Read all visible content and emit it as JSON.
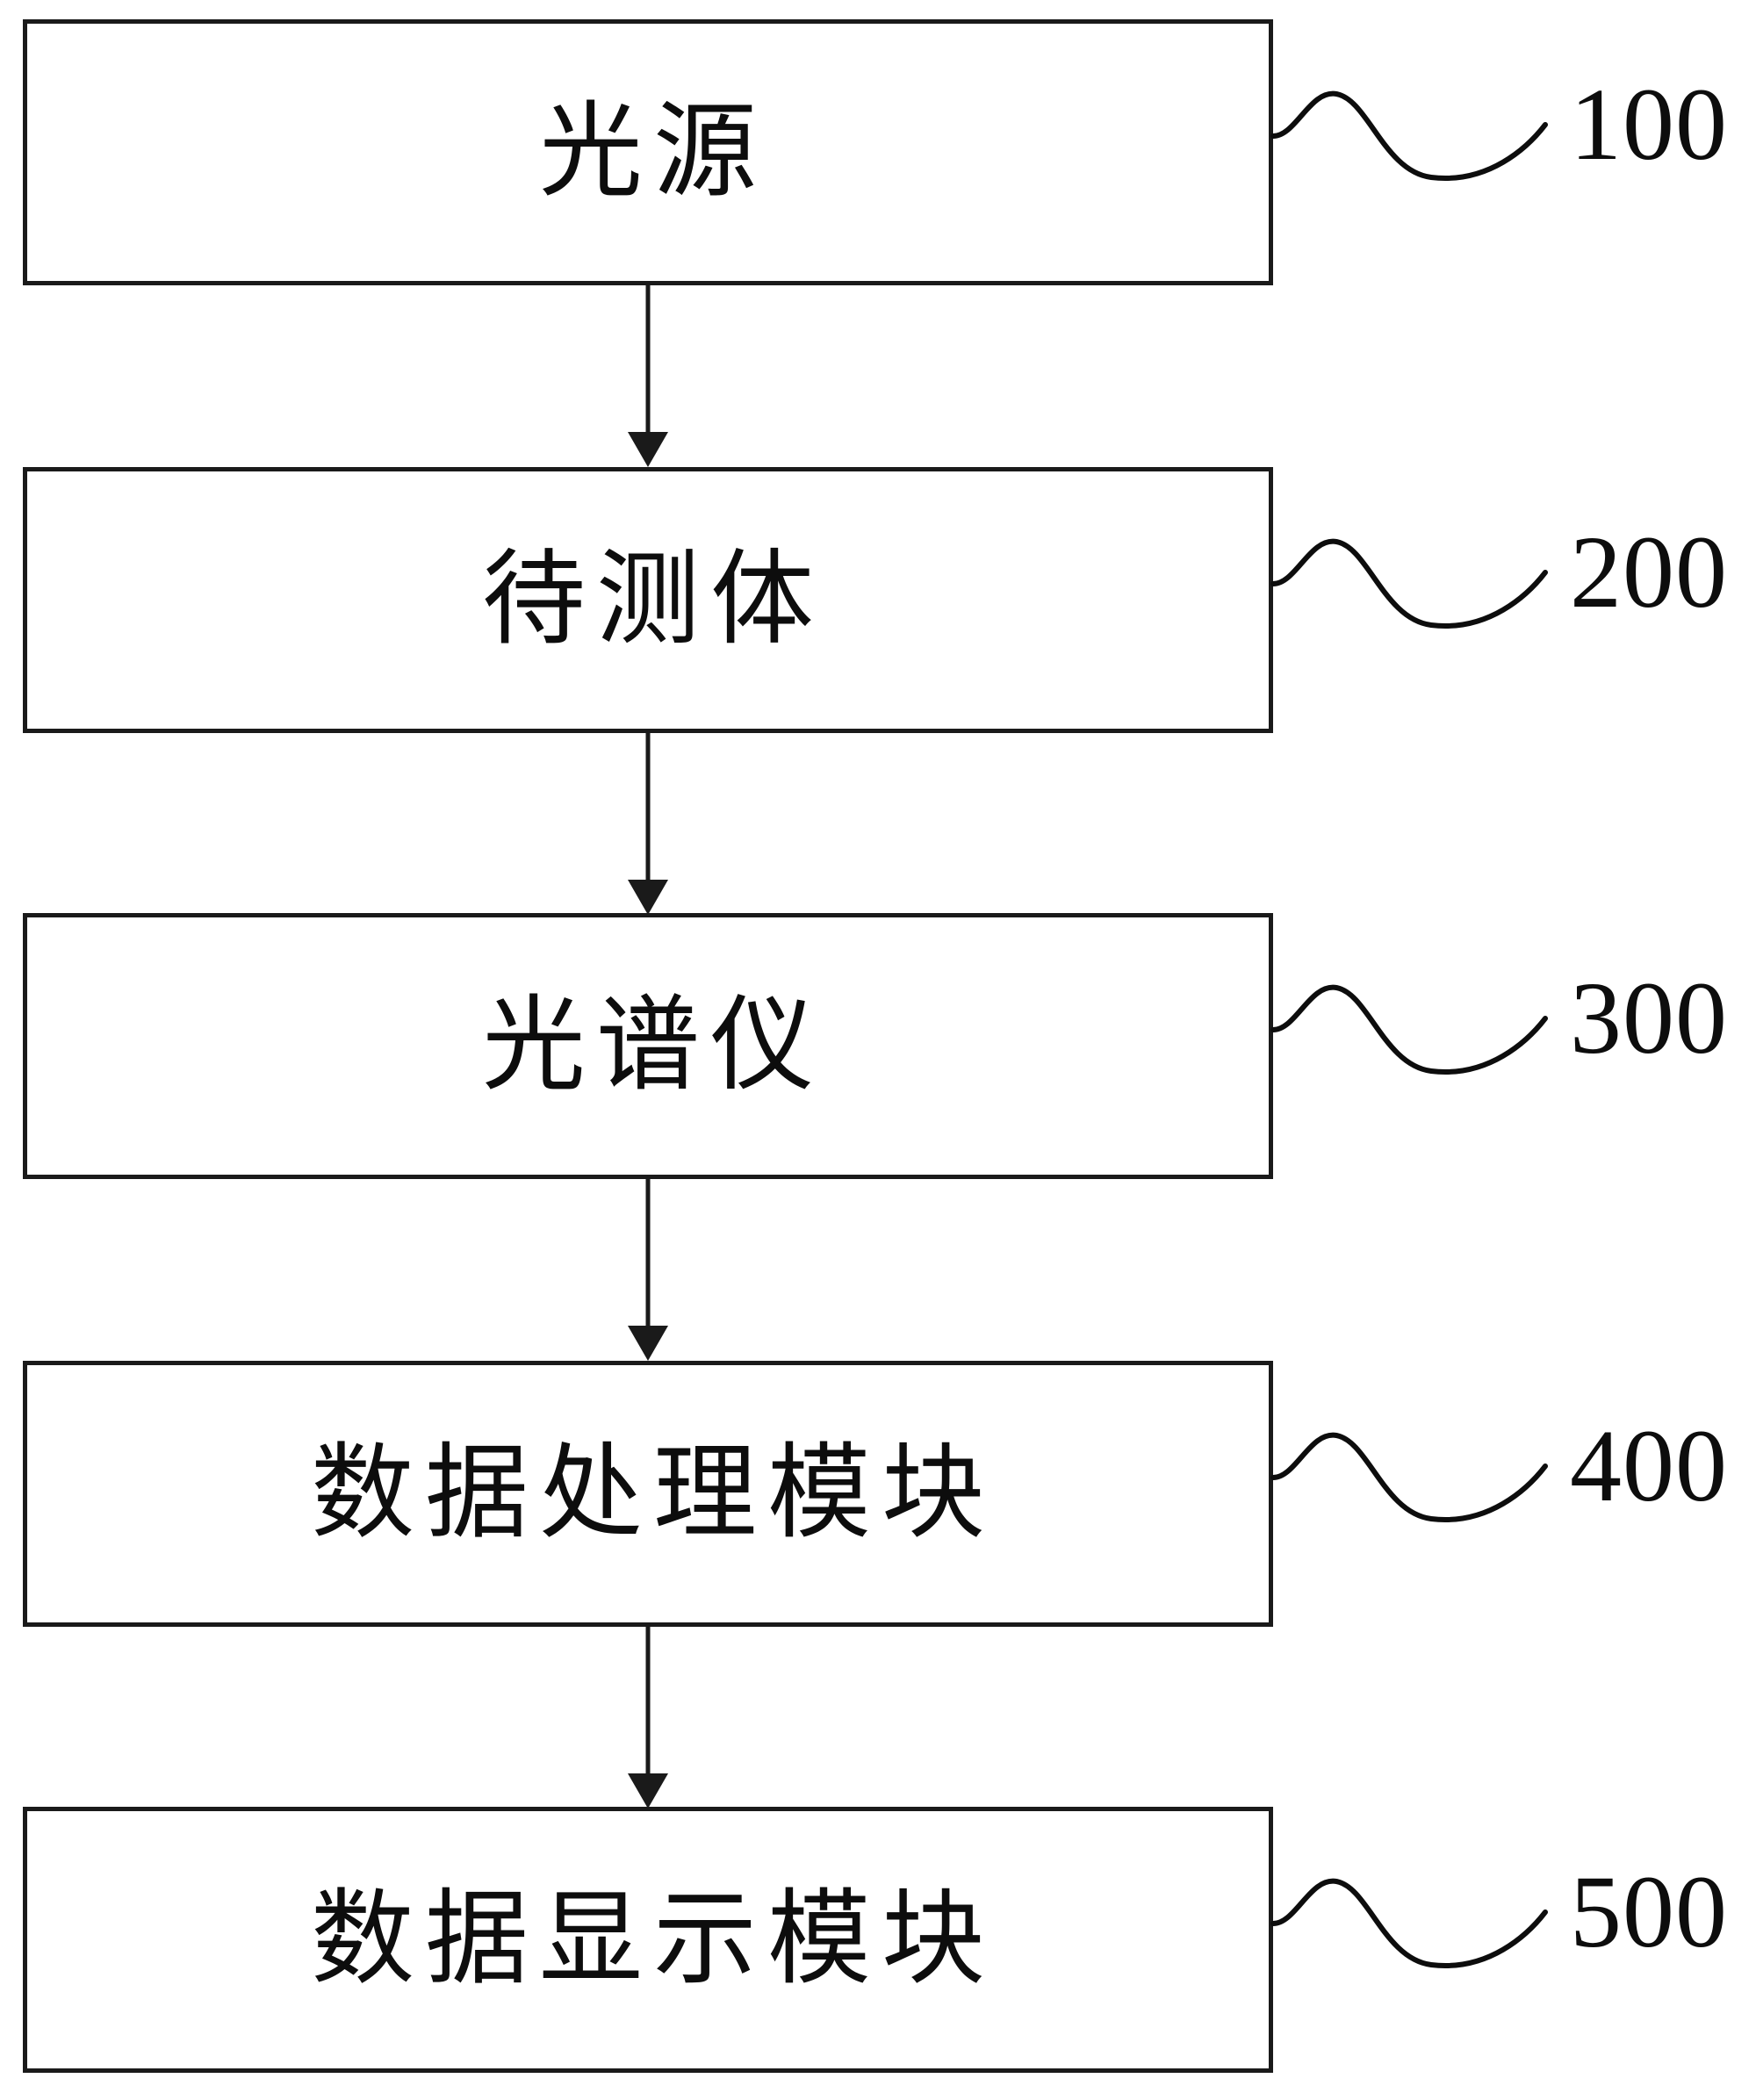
{
  "diagram": {
    "type": "flowchart",
    "title": "",
    "orientation": "vertical",
    "background_color": "#ffffff",
    "line_color": "#1a1a1a",
    "text_color": "#0d0d0d",
    "nodes": [
      {
        "label": "光源",
        "ref": "100"
      },
      {
        "label": "待测体",
        "ref": "200"
      },
      {
        "label": "光谱仪",
        "ref": "300"
      },
      {
        "label": "数据处理模块",
        "ref": "400"
      },
      {
        "label": "数据显示模块",
        "ref": "500"
      }
    ],
    "connectors": [
      {
        "from": "100",
        "to": "200",
        "style": "arrow-down"
      },
      {
        "from": "200",
        "to": "300",
        "style": "arrow-down"
      },
      {
        "from": "300",
        "to": "400",
        "style": "arrow-down"
      },
      {
        "from": "400",
        "to": "500",
        "style": "arrow-down"
      }
    ],
    "leader_lines": [
      {
        "ref": "100",
        "style": "sine-wave"
      },
      {
        "ref": "200",
        "style": "sine-wave"
      },
      {
        "ref": "300",
        "style": "sine-wave"
      },
      {
        "ref": "400",
        "style": "sine-wave"
      },
      {
        "ref": "500",
        "style": "sine-wave"
      }
    ]
  }
}
